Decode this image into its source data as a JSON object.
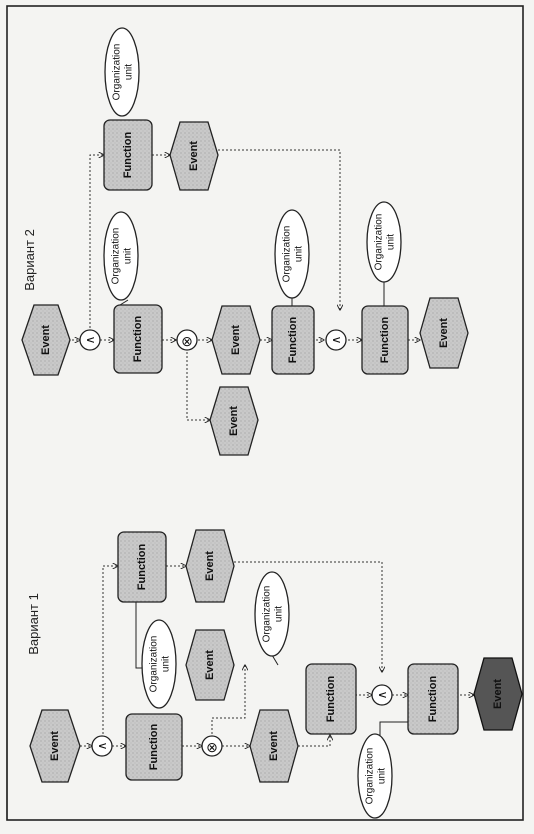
{
  "diagram": {
    "variants": [
      {
        "label": "Вариант 1",
        "nodes": [
          {
            "id": "v1_e_start",
            "kind": "event",
            "text": "Event"
          },
          {
            "id": "v1_and_split",
            "kind": "and",
            "text": "∧"
          },
          {
            "id": "v1_f_main",
            "kind": "function",
            "text": "Function"
          },
          {
            "id": "v1_o_main",
            "kind": "org",
            "lines": [
              "Organization",
              "unit"
            ]
          },
          {
            "id": "v1_xor",
            "kind": "xor",
            "text": "⊗"
          },
          {
            "id": "v1_e_upper",
            "kind": "event",
            "text": "Event"
          },
          {
            "id": "v1_e_mid",
            "kind": "event",
            "text": "Event"
          },
          {
            "id": "v1_f_mid",
            "kind": "function",
            "text": "Function"
          },
          {
            "id": "v1_o_mid",
            "kind": "org",
            "lines": [
              "Organization",
              "unit"
            ]
          },
          {
            "id": "v1_f_top",
            "kind": "function",
            "text": "Function"
          },
          {
            "id": "v1_e_top",
            "kind": "event",
            "text": "Event"
          },
          {
            "id": "v1_and_join",
            "kind": "and",
            "text": "∧"
          },
          {
            "id": "v1_f_final",
            "kind": "function",
            "text": "Function"
          },
          {
            "id": "v1_o_final",
            "kind": "org",
            "lines": [
              "Organization",
              "unit"
            ]
          },
          {
            "id": "v1_e_end",
            "kind": "event",
            "text": "Event",
            "dark": true
          }
        ]
      },
      {
        "label": "Вариант 2",
        "nodes": [
          {
            "id": "v2_e_start",
            "kind": "event",
            "text": "Event"
          },
          {
            "id": "v2_and_split",
            "kind": "and",
            "text": "∧"
          },
          {
            "id": "v2_f_main",
            "kind": "function",
            "text": "Function"
          },
          {
            "id": "v2_o_main",
            "kind": "org",
            "lines": [
              "Organization",
              "unit"
            ]
          },
          {
            "id": "v2_f_top",
            "kind": "function",
            "text": "Function"
          },
          {
            "id": "v2_o_top",
            "kind": "org",
            "lines": [
              "Organization",
              "unit"
            ]
          },
          {
            "id": "v2_e_top",
            "kind": "event",
            "text": "Event"
          },
          {
            "id": "v2_xor",
            "kind": "xor",
            "text": "⊗"
          },
          {
            "id": "v2_e_left",
            "kind": "event",
            "text": "Event"
          },
          {
            "id": "v2_e_mid",
            "kind": "event",
            "text": "Event"
          },
          {
            "id": "v2_f_mid",
            "kind": "function",
            "text": "Function"
          },
          {
            "id": "v2_o_mid",
            "kind": "org",
            "lines": [
              "Organization",
              "unit"
            ]
          },
          {
            "id": "v2_and_join",
            "kind": "and",
            "text": "∧"
          },
          {
            "id": "v2_f_final",
            "kind": "function",
            "text": "Function"
          },
          {
            "id": "v2_o_final",
            "kind": "org",
            "lines": [
              "Organization",
              "unit"
            ]
          },
          {
            "id": "v2_e_end",
            "kind": "event",
            "text": "Event"
          }
        ]
      }
    ],
    "colors": {
      "paper": "#f4f4f2",
      "shape_fill": "#c9c9c9",
      "dark_fill": "#555555",
      "stroke": "#222222"
    }
  }
}
